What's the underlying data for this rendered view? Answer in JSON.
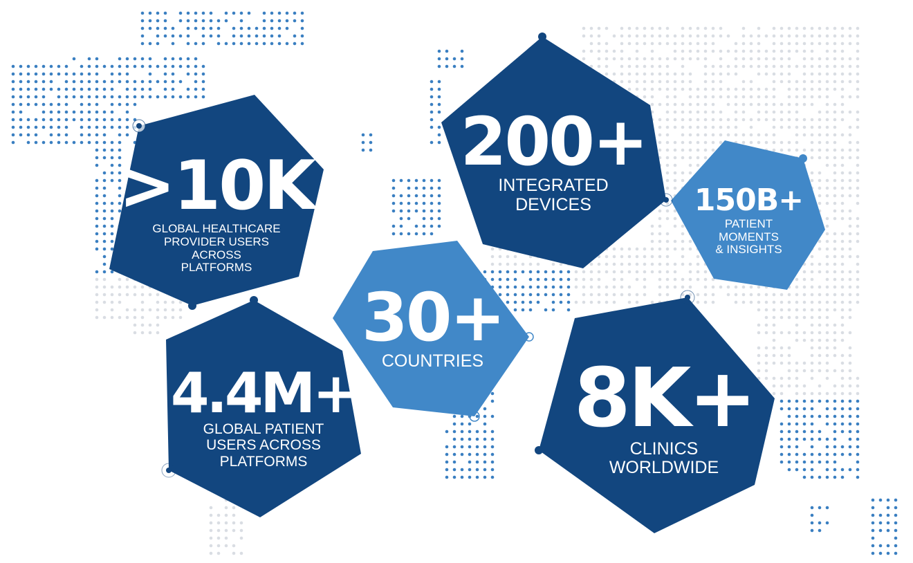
{
  "colors": {
    "dark_navy": "#12467f",
    "light_blue": "#4188c8",
    "map_dot_blue": "#3a7fc1",
    "map_dot_gray": "#d9dde3",
    "text": "#ffffff"
  },
  "stats": [
    {
      "id": "providers",
      "value": ">10K",
      "label": "GLOBAL HEALTHCARE\nPROVIDER USERS\nACROSS\nPLATFORMS",
      "shade": "dark_navy"
    },
    {
      "id": "devices",
      "value": "200+",
      "label": "INTEGRATED\nDEVICES",
      "shade": "dark_navy"
    },
    {
      "id": "moments",
      "value": "150B+",
      "label": "PATIENT\nMOMENTS\n& INSIGHTS",
      "shade": "light_blue"
    },
    {
      "id": "countries",
      "value": "30+",
      "label": "COUNTRIES",
      "shade": "light_blue"
    },
    {
      "id": "patients",
      "value": "4.4M+",
      "label": "GLOBAL PATIENT\nUSERS ACROSS\nPLATFORMS",
      "shade": "dark_navy"
    },
    {
      "id": "clinics",
      "value": "8K+",
      "label": "CLINICS\nWORLDWIDE",
      "shade": "dark_navy"
    }
  ]
}
